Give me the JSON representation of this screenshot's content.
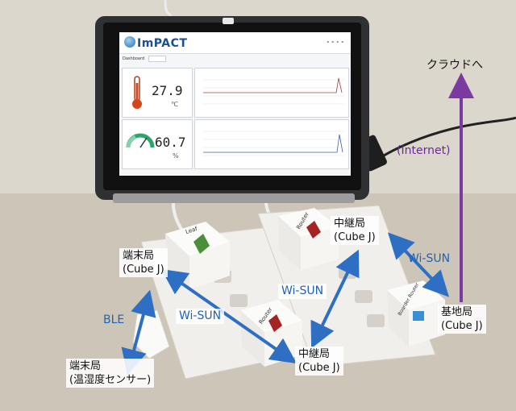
{
  "screen": {
    "app_logo": "ImPACT",
    "breadcrumb": "Dashboard",
    "temperature": {
      "value": "27.9",
      "unit": "℃"
    },
    "humidity": {
      "value": "60.7",
      "unit": "%"
    }
  },
  "labels": {
    "cloud": "クラウドへ",
    "internet": "(Internet)",
    "wisun_right": "Wi-SUN",
    "relay_top": {
      "line1": "中継局",
      "line2": "(Cube J)"
    },
    "terminal_leaf": {
      "line1": "端末局",
      "line2": "(Cube J)"
    },
    "wisun_middle": "Wi-SUN",
    "wisun_left": "Wi-SUN",
    "ble": "BLE",
    "base_station": {
      "line1": "基地局",
      "line2": "(Cube J)"
    },
    "relay_bottom": {
      "line1": "中継局",
      "line2": "(Cube J)"
    },
    "terminal_sensor": {
      "line1": "端末局",
      "line2": "(温湿度センサー)"
    }
  },
  "devices": {
    "leaf_cube": "Leaf",
    "router_cube_top": "Router",
    "router_cube_bottom": "Router",
    "border_router_cube": "Boarder Router"
  },
  "colors": {
    "wisun_arrow": "#2e6fc4",
    "internet_arrow": "#7a3aa0",
    "label_blue": "#1f63b6"
  }
}
